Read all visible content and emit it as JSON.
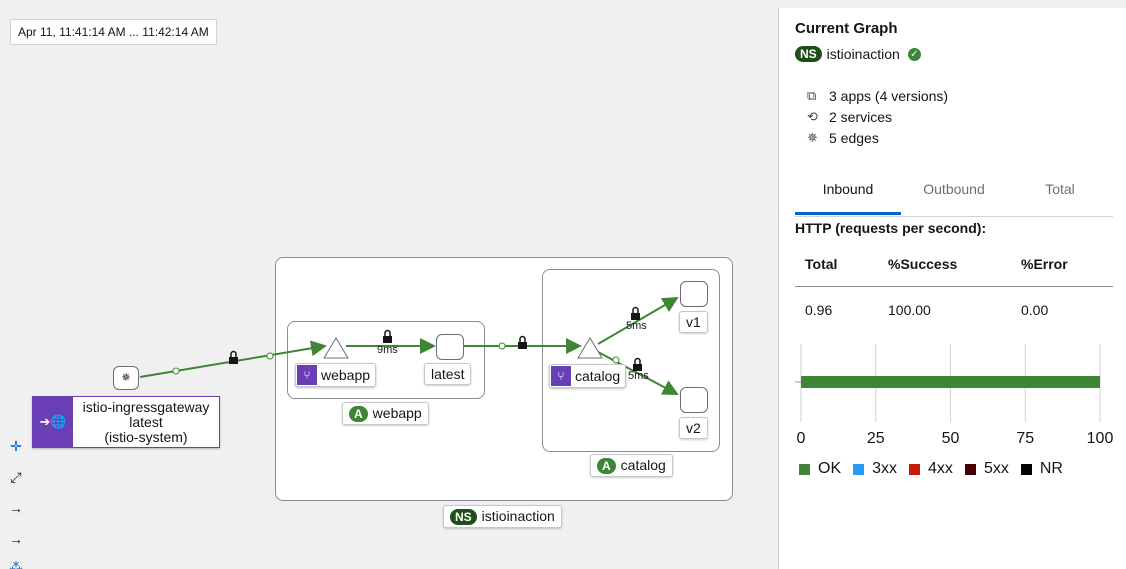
{
  "graph": {
    "time_range": "Apr 11, 11:41:14 AM ... 11:42:14 AM",
    "gateway": {
      "line1": "istio-ingressgateway",
      "line2": "latest",
      "line3": "(istio-system)"
    },
    "services": {
      "webapp": "webapp",
      "catalog": "catalog"
    },
    "workloads": {
      "latest": "latest",
      "v1": "v1",
      "v2": "v2"
    },
    "app_boxes": {
      "webapp": "webapp",
      "catalog": "catalog"
    },
    "namespace": "istioinaction",
    "badges": {
      "app": "A",
      "ns": "NS"
    },
    "edge_times": {
      "webapp_to_latest": "9ms",
      "catalog_to_v1": "5ms",
      "catalog_to_v2": "5ms"
    }
  },
  "panel": {
    "title": "Current Graph",
    "ns_badge": "NS",
    "namespace": "istioinaction",
    "stats": {
      "apps": "3 apps (4 versions)",
      "services": "2 services",
      "edges": "5 edges"
    },
    "tabs": [
      "Inbound",
      "Outbound",
      "Total"
    ],
    "active_tab": "Inbound",
    "http_heading": "HTTP (requests per second):",
    "table": {
      "headers": [
        "Total",
        "%Success",
        "%Error"
      ],
      "values": [
        "0.96",
        "100.00",
        "0.00"
      ]
    }
  },
  "chart_data": {
    "type": "bar",
    "orientation": "horizontal",
    "categories": [
      ""
    ],
    "series": [
      {
        "name": "OK",
        "values": [
          100
        ],
        "color": "#3e8635"
      },
      {
        "name": "3xx",
        "values": [
          0
        ],
        "color": "#2b9af3"
      },
      {
        "name": "4xx",
        "values": [
          0
        ],
        "color": "#c9190b"
      },
      {
        "name": "5xx",
        "values": [
          0
        ],
        "color": "#470000"
      },
      {
        "name": "NR",
        "values": [
          0
        ],
        "color": "#030303"
      }
    ],
    "xlim": [
      0,
      100
    ],
    "xticks": [
      "0",
      "25",
      "50",
      "75",
      "100"
    ],
    "grid": true,
    "legend": "bottom"
  },
  "colors": {
    "edge": "#3e8635",
    "service": "#6a3fb5",
    "accent": "#0066cc"
  },
  "icons": [
    "zoom-icon",
    "fit-icon",
    "layout-icon",
    "layout-alt-icon",
    "legend-icon",
    "apps-icon",
    "services-icon",
    "edges-icon",
    "check-icon",
    "lock-icon",
    "service-icon",
    "gateway-icon"
  ]
}
